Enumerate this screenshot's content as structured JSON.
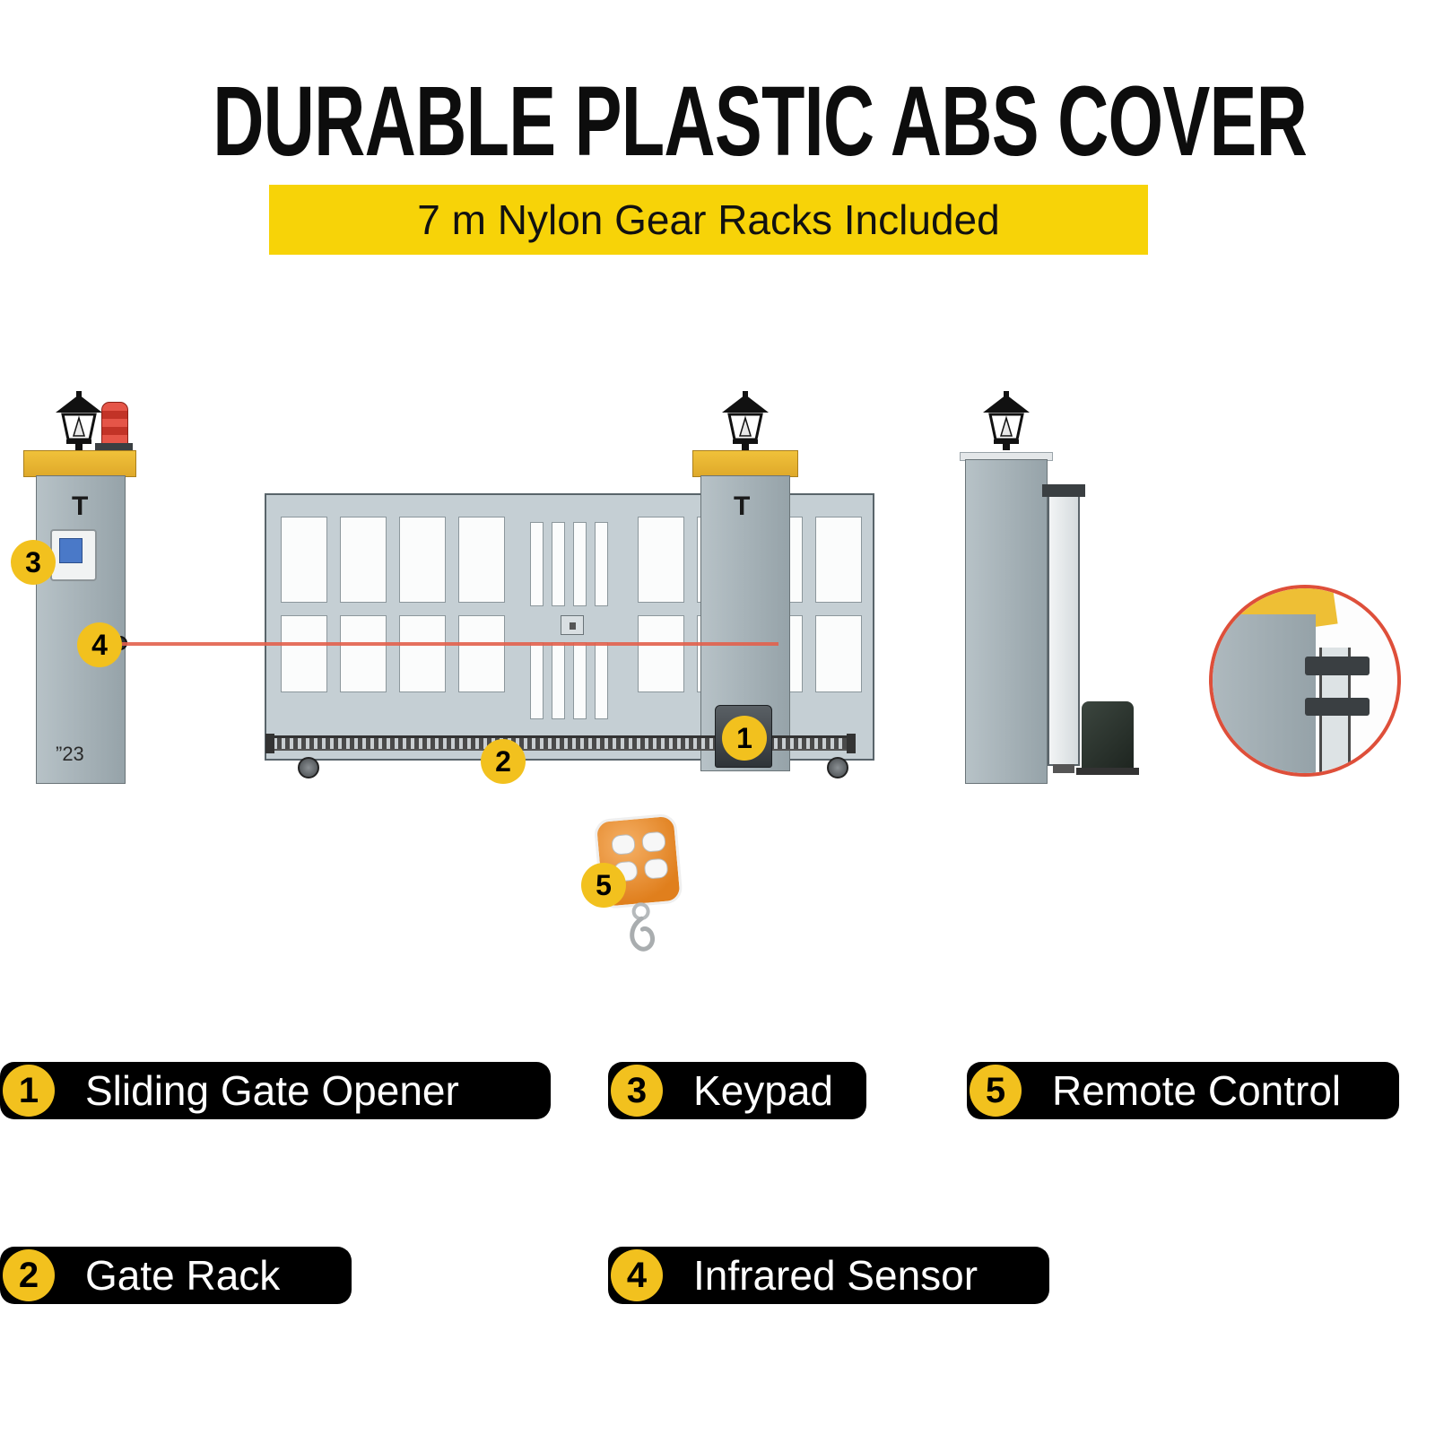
{
  "header": {
    "title": "DURABLE PLASTIC ABS COVER"
  },
  "banner": {
    "text": "7 m Nylon Gear Racks Included"
  },
  "illustration": {
    "pillar_label": "”23",
    "t_mark": "T",
    "markers": {
      "n1": "1",
      "n2": "2",
      "n3": "3",
      "n4": "4",
      "n5": "5"
    }
  },
  "legend": {
    "row1": [
      {
        "num": "1",
        "label": "Sliding Gate Opener"
      },
      {
        "num": "3",
        "label": "Keypad"
      },
      {
        "num": "5",
        "label": "Remote Control"
      }
    ],
    "row2": [
      {
        "num": "2",
        "label": "Gate Rack"
      },
      {
        "num": "4",
        "label": "Infrared Sensor"
      }
    ]
  },
  "colors": {
    "accent_yellow": "#F7D308",
    "badge_yellow": "#F2C11E",
    "beam_red": "#E2614D",
    "bar_black": "#000000"
  }
}
